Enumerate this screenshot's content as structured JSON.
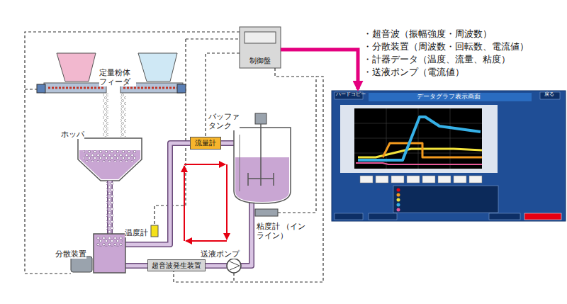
{
  "diagram": {
    "nodes": [
      {
        "text": [
          "制御盤"
        ]
      },
      {
        "text": [
          "流量計"
        ]
      },
      {
        "text": [
          "超音波発生装置"
        ]
      },
      {
        "text": [
          "データグラフ表示画面"
        ]
      }
    ],
    "edges": [
      {
        "from": 0,
        "to": 1,
        "arrow": "none"
      },
      {
        "from": 0,
        "to": 2,
        "arrow": "none"
      },
      {
        "from": 0,
        "to": 3,
        "arrow": "to"
      }
    ],
    "labels": [
      "定量粉体 フィーダ",
      "ホッパ",
      "温度計",
      "分散装置",
      "バッファ タンク",
      "粘度計 （インライン）",
      "送液ポンプ",
      "・超音波（振幅強度・周波数）",
      "・分散装置（周波数・回転数、電流値）",
      "・計器データ（温度、流量、粘度）",
      "・送液ポンプ（電流値）",
      "ハードコピー",
      "戻る"
    ]
  }
}
